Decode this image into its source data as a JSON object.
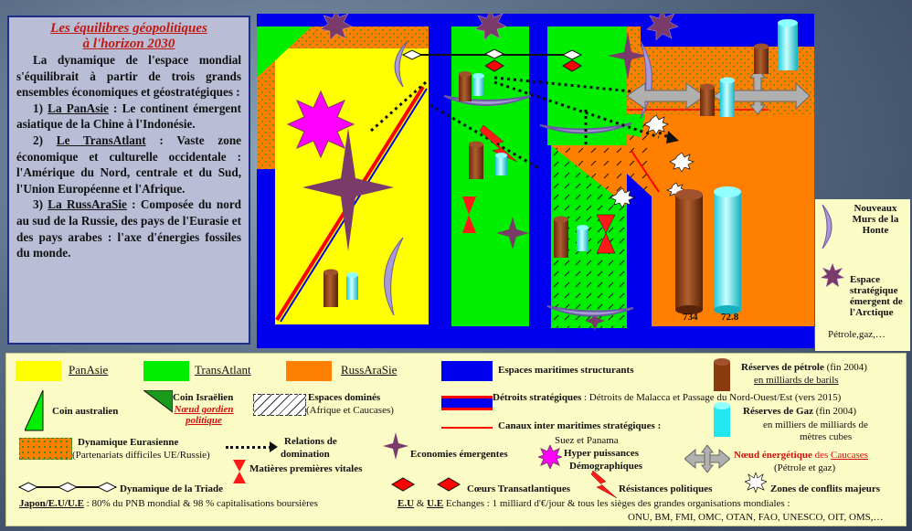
{
  "textbox": {
    "title_1": "Les équilibres géopolitiques",
    "title_2": "à l'horizon 2030",
    "intro": "La dynamique de l'espace mondial s'équilibrait à partir de trois grands ensembles économiques et géostratégiques :",
    "item1_num": "1)",
    "item1_name": "La PanAsie",
    "item1_text": ": Le continent émergent asiatique de la Chine à l'Indonésie.",
    "item2_num": "2)",
    "item2_name": "Le TransAtlant",
    "item2_text": ": Vaste zone économique et culturelle occidentale : l'Amérique du Nord, centrale et du Sud, l'Union Européenne et l'Afrique.",
    "item3_num": "3)",
    "item3_name": "La RussAraSie",
    "item3_text": ": Composée du nord au sud de la Russie, des pays de l'Eurasie et des pays arabes : l'axe d'énergies fossiles du monde."
  },
  "map": {
    "value_oil": "734",
    "value_gas": "72.8"
  },
  "side_legend": {
    "walls": "Nouveaux Murs de la Honte",
    "arctic": "Espace stratégique émergent de l'Arctique",
    "arctic_sub": "Pétrole,gaz,…"
  },
  "legend": {
    "panasie": "PanAsie",
    "transatlant": "TransAtlant",
    "russarasie": "RussAraSie",
    "maritime": "Espaces maritimes structurants",
    "oil_title": "Réserves de pétrole",
    "oil_year": "(fin 2004)",
    "oil_unit": "en milliards de barils",
    "coin_austral": "Coin australien",
    "coin_israel": "Coin Israëlien",
    "noeud_gordien": "Nœud gordien politique",
    "espaces_domines": "Espaces dominés",
    "espaces_domines_sub": "(Afrique et Caucases)",
    "detroits": "Détroits stratégiques",
    "detroits_sub": ": Détroits de Malacca et Passage du Nord-Ouest/Est (vers 2015)",
    "gas_title": "Réserves de Gaz",
    "gas_year": "(fin 2004)",
    "gas_unit_1": "en milliers de milliards de",
    "gas_unit_2": "mètres cubes",
    "canaux": "Canaux inter maritimes stratégiques",
    "canaux_sub": ":",
    "canaux_sub2": "Suez et Panama",
    "dyn_eurasienne": "Dynamique Eurasienne",
    "dyn_eurasienne_sub": "(Partenariats difficiles UE/Russie)",
    "relations_1": "Relations de",
    "relations_2": "domination",
    "eco_emergentes": "Economies émergentes",
    "hyper_1": "Hyper puissances",
    "hyper_2": "Démographiques",
    "noeud_energetique": "Nœud énergétique",
    "noeud_energetique_2": "des",
    "noeud_energetique_3": "Caucases",
    "noeud_energetique_sub": "(Pétrole et gaz)",
    "matieres": "Matières premières vitales",
    "dyn_triade": "Dynamique de la Triade",
    "coeurs": "Cœurs Transatlantiques",
    "resistances": "Résistances politiques",
    "conflits": "Zones de conflits majeurs",
    "footer_left_a": "Japon/E.U/U.E",
    "footer_left_b": ": 80% du PNB mondial & 98 % capitalisations boursières",
    "footer_eu": "E.U",
    "footer_and": "&",
    "footer_ue": "U.E",
    "footer_right": "Echanges : 1 milliard d'€/jour & tous les sièges des grandes organisations mondiales :",
    "footer_orgs": "ONU, BM, FMI, OMC, OTAN, FAO, UNESCO, OIT, OMS,…"
  },
  "colors": {
    "panasie": "#ffff00",
    "transatlant": "#00ee00",
    "russarasie": "#ff7f00",
    "maritime": "#0000ee",
    "oil": "#8b3a10",
    "gas": "#22e6f0",
    "emergent_star": "#7a3a6a",
    "hyper": "#ff00ff",
    "wall": "#a89ad4",
    "red": "#ff0000"
  },
  "icons": [
    "oil-cylinder-icon",
    "gas-cylinder-icon",
    "four-point-star-icon",
    "eight-point-star-icon",
    "crescent-wall-icon",
    "diamond-icon",
    "hourglass-icon",
    "lightning-icon",
    "explosion-icon",
    "double-arrow-icon",
    "triangle-corner-icon"
  ]
}
